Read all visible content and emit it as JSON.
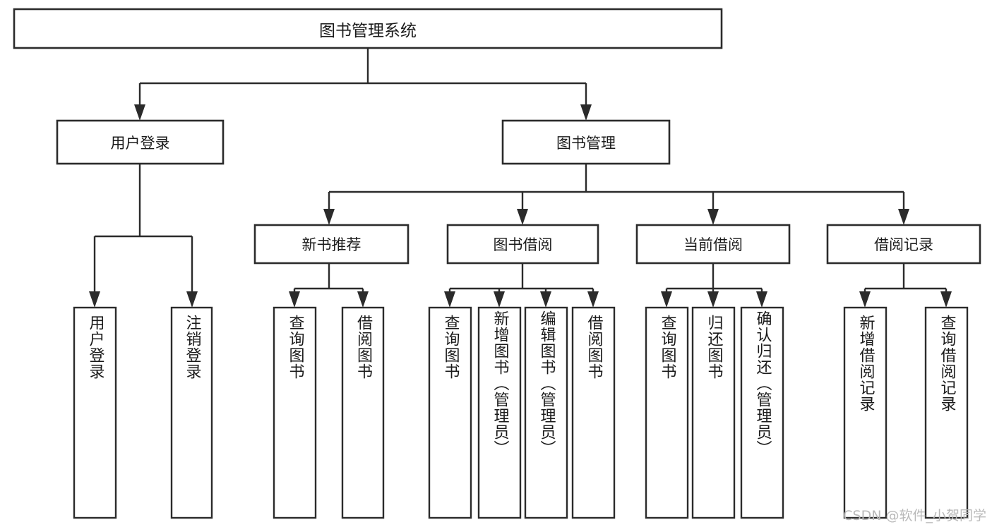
{
  "diagram": {
    "type": "tree-hierarchy",
    "title": "图书管理系统",
    "root": {
      "id": "root",
      "label": "图书管理系统"
    },
    "level2": [
      {
        "id": "user-login",
        "label": "用户登录"
      },
      {
        "id": "book-manage",
        "label": "图书管理"
      }
    ],
    "level3": [
      {
        "id": "new-book-recommend",
        "label": "新书推荐",
        "parent": "book-manage"
      },
      {
        "id": "book-borrow",
        "label": "图书借阅",
        "parent": "book-manage"
      },
      {
        "id": "current-borrow",
        "label": "当前借阅",
        "parent": "book-manage"
      },
      {
        "id": "borrow-record",
        "label": "借阅记录",
        "parent": "book-manage"
      }
    ],
    "leaves": [
      {
        "id": "leaf-user-login",
        "label": "用户登录",
        "parent": "user-login"
      },
      {
        "id": "leaf-logout-login",
        "label": "注销登录",
        "parent": "user-login"
      },
      {
        "id": "leaf-query-book-1",
        "label": "查询图书",
        "parent": "new-book-recommend"
      },
      {
        "id": "leaf-borrow-book-1",
        "label": "借阅图书",
        "parent": "new-book-recommend"
      },
      {
        "id": "leaf-query-book-2",
        "label": "查询图书",
        "parent": "book-borrow"
      },
      {
        "id": "leaf-add-book",
        "label": "新增图书（管理员）",
        "parent": "book-borrow"
      },
      {
        "id": "leaf-edit-book",
        "label": "编辑图书（管理员）",
        "parent": "book-borrow"
      },
      {
        "id": "leaf-borrow-book-2",
        "label": "借阅图书",
        "parent": "book-borrow"
      },
      {
        "id": "leaf-query-book-3",
        "label": "查询图书",
        "parent": "current-borrow"
      },
      {
        "id": "leaf-return-book",
        "label": "归还图书",
        "parent": "current-borrow"
      },
      {
        "id": "leaf-confirm-return",
        "label": "确认归还（管理员）",
        "parent": "current-borrow"
      },
      {
        "id": "leaf-add-record",
        "label": "新增借阅记录",
        "parent": "borrow-record"
      },
      {
        "id": "leaf-query-record",
        "label": "查询借阅记录",
        "parent": "borrow-record"
      }
    ],
    "watermark": "CSDN @软件_小贺同学",
    "colors": {
      "stroke": "#2b2b2b",
      "fill": "#ffffff",
      "text": "#1a1a1a",
      "watermark": "#b9b9b9"
    }
  }
}
